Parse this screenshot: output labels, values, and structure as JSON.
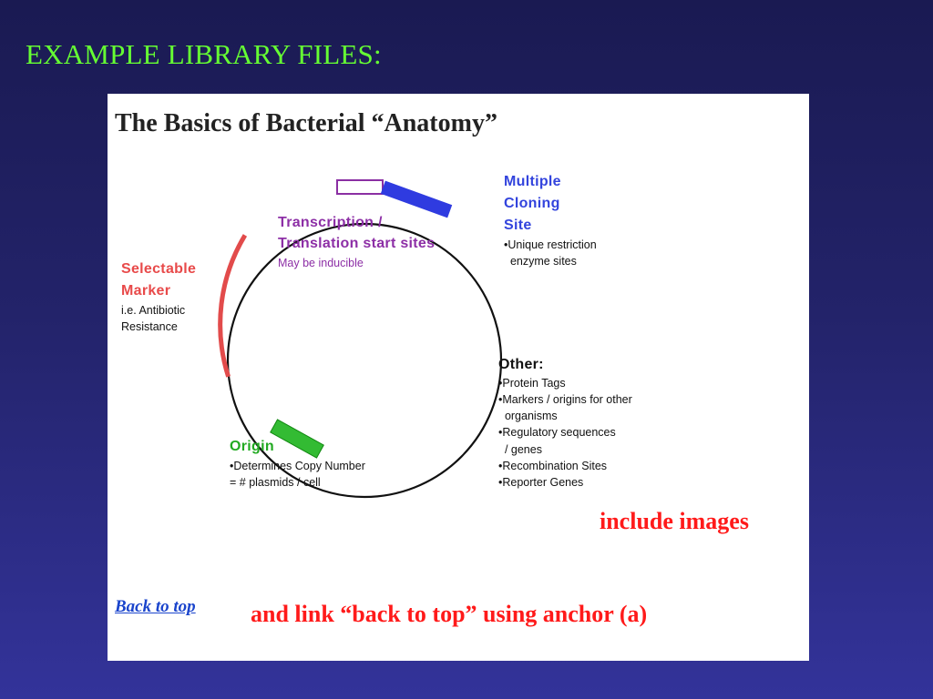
{
  "slide": {
    "title": "EXAMPLE LIBRARY FILES:"
  },
  "figure": {
    "heading": "The Basics of Bacterial “Anatomy”",
    "segments": {
      "promoter": {
        "color": "#8b2fa3",
        "fill": "#ffffff"
      },
      "mcs": {
        "color": "#2f3be0"
      },
      "marker": {
        "color": "#e24b4b"
      },
      "origin": {
        "color": "#33bb33"
      }
    },
    "transcription": {
      "title_line1": "Transcription /",
      "title_line2": "Translation start sites",
      "sub": "May be inducible"
    },
    "mcs": {
      "title_line1": "Multiple",
      "title_line2": "Cloning",
      "title_line3": "Site",
      "desc": "•Unique restriction\n  enzyme sites"
    },
    "marker": {
      "title_line1": "Selectable",
      "title_line2": "Marker",
      "desc": "i.e. Antibiotic\nResistance"
    },
    "origin": {
      "title": "Origin",
      "desc": "•Determines Copy Number\n= # plasmids / cell"
    },
    "other": {
      "title": "Other:",
      "desc": "•Protein Tags\n•Markers / origins for other\n  organisms\n•Regulatory sequences\n  / genes\n•Recombination Sites\n•Reporter Genes"
    },
    "back_link": "Back to top"
  },
  "notes": {
    "images": "include images",
    "anchor": "and link “back to top” using anchor (a)"
  }
}
